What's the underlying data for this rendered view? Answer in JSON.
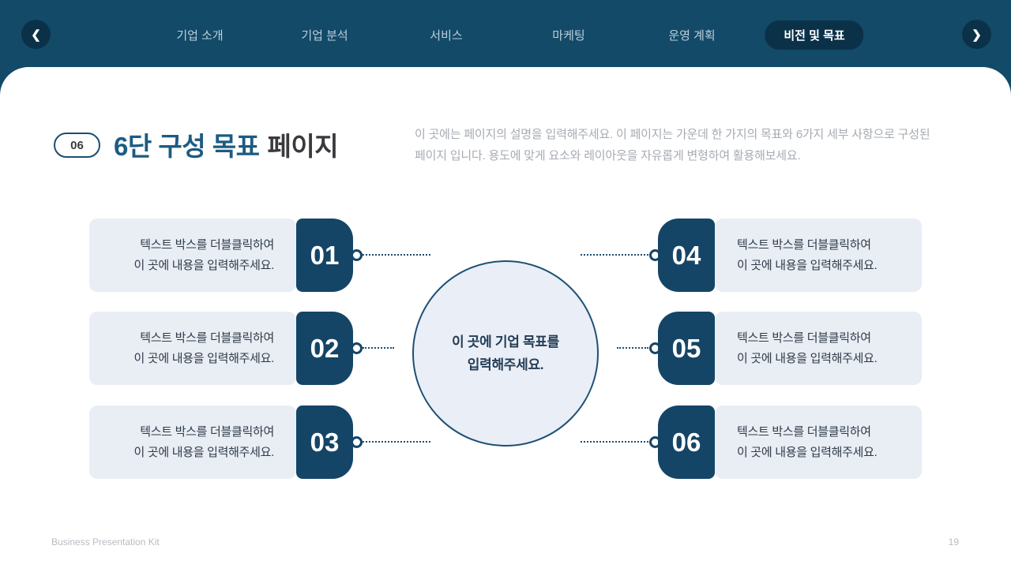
{
  "nav": {
    "items": [
      {
        "label": "기업 소개",
        "active": false
      },
      {
        "label": "기업 분석",
        "active": false
      },
      {
        "label": "서비스",
        "active": false
      },
      {
        "label": "마케팅",
        "active": false
      },
      {
        "label": "운영 계획",
        "active": false
      },
      {
        "label": "비전 및 목표",
        "active": true
      }
    ]
  },
  "icons": {
    "prev": "❮",
    "next": "❯"
  },
  "header": {
    "badge": "06",
    "title_accent": "6단 구성 목표",
    "title_rest": "페이지",
    "description": "이 곳에는 페이지의 설명을 입력해주세요. 이 페이지는 가운데 한 가지의 목표와 6가지 세부 사항으로 구성된 페이지 입니다. 용도에 맞게 요소와 레이아웃을 자유롭게 변형하여 활용해보세요."
  },
  "diagram": {
    "center_text": "이 곳에 기업 목표를\n입력해주세요.",
    "placeholder": "텍스트 박스를 더블클릭하여\n이 곳에 내용을 입력해주세요.",
    "items": [
      {
        "number": "01",
        "text": "텍스트 박스를 더블클릭하여\n이 곳에 내용을 입력해주세요."
      },
      {
        "number": "02",
        "text": "텍스트 박스를 더블클릭하여\n이 곳에 내용을 입력해주세요."
      },
      {
        "number": "03",
        "text": "텍스트 박스를 더블클릭하여\n이 곳에 내용을 입력해주세요."
      },
      {
        "number": "04",
        "text": "텍스트 박스를 더블클릭하여\n이 곳에 내용을 입력해주세요."
      },
      {
        "number": "05",
        "text": "텍스트 박스를 더블클릭하여\n이 곳에 내용을 입력해주세요."
      },
      {
        "number": "06",
        "text": "텍스트 박스를 더블클릭하여\n이 곳에 내용을 입력해주세요."
      }
    ]
  },
  "footer": {
    "left": "Business Presentation Kit",
    "page": "19"
  },
  "colors": {
    "bar_background": "#134A68",
    "dark_control": "#0B3149",
    "accent_navy": "#154566",
    "title_navy": "#1D5B82",
    "light_box": "#E9EDF4",
    "circle_fill": "#E9EEF7",
    "muted_text": "#A6ABB3"
  }
}
